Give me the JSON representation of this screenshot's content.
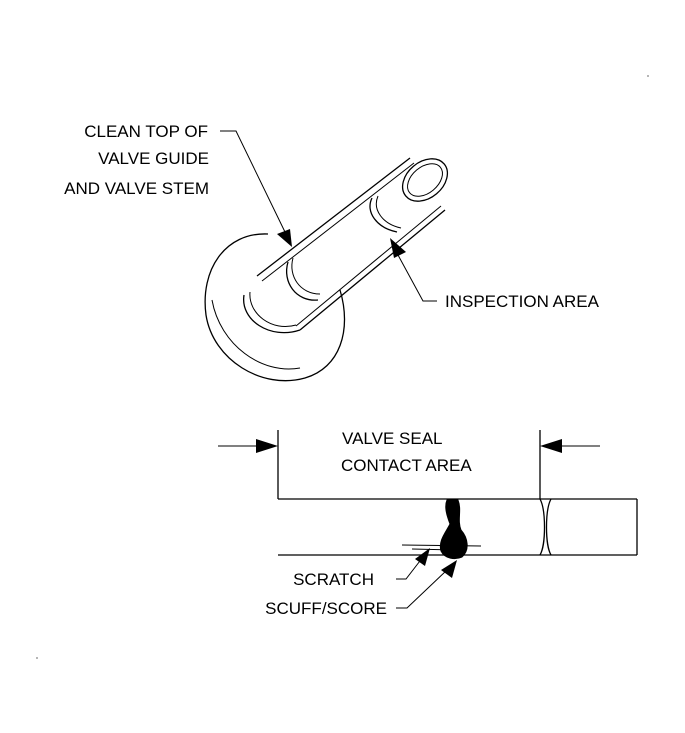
{
  "labels": {
    "clean_top_line1": "CLEAN TOP OF",
    "clean_top_line2": "VALVE GUIDE",
    "clean_top_line3": "AND VALVE STEM",
    "inspection_area": "INSPECTION AREA",
    "valve_seal_line1": "VALVE SEAL",
    "valve_seal_line2": "CONTACT AREA",
    "scratch": "SCRATCH",
    "scuff_score": "SCUFF/SCORE"
  }
}
